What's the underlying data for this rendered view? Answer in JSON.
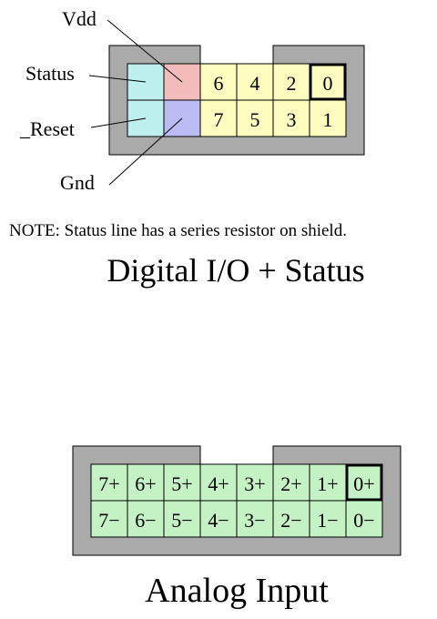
{
  "digital": {
    "title": "Digital I/O + Status",
    "note": "NOTE: Status line has a series resistor on shield.",
    "labels": {
      "vdd": "Vdd",
      "status": "Status",
      "reset": "_Reset",
      "gnd": "Gnd"
    },
    "pins_top": [
      "6",
      "4",
      "2",
      "0"
    ],
    "pins_bottom": [
      "7",
      "5",
      "3",
      "1"
    ],
    "colors": {
      "housing": "#aaaaaa",
      "status_reset": "#bff0f0",
      "vdd": "#f2bcbc",
      "gnd": "#bcbcf4",
      "io": "#fdfdbf"
    }
  },
  "analog": {
    "title": "Analog Input",
    "pins_top": [
      "7+",
      "6+",
      "5+",
      "4+",
      "3+",
      "2+",
      "1+",
      "0+"
    ],
    "pins_bottom": [
      "7−",
      "6−",
      "5−",
      "4−",
      "3−",
      "2−",
      "1−",
      "0−"
    ],
    "colors": {
      "housing": "#aaaaaa",
      "pin": "#c4f2c4"
    }
  }
}
